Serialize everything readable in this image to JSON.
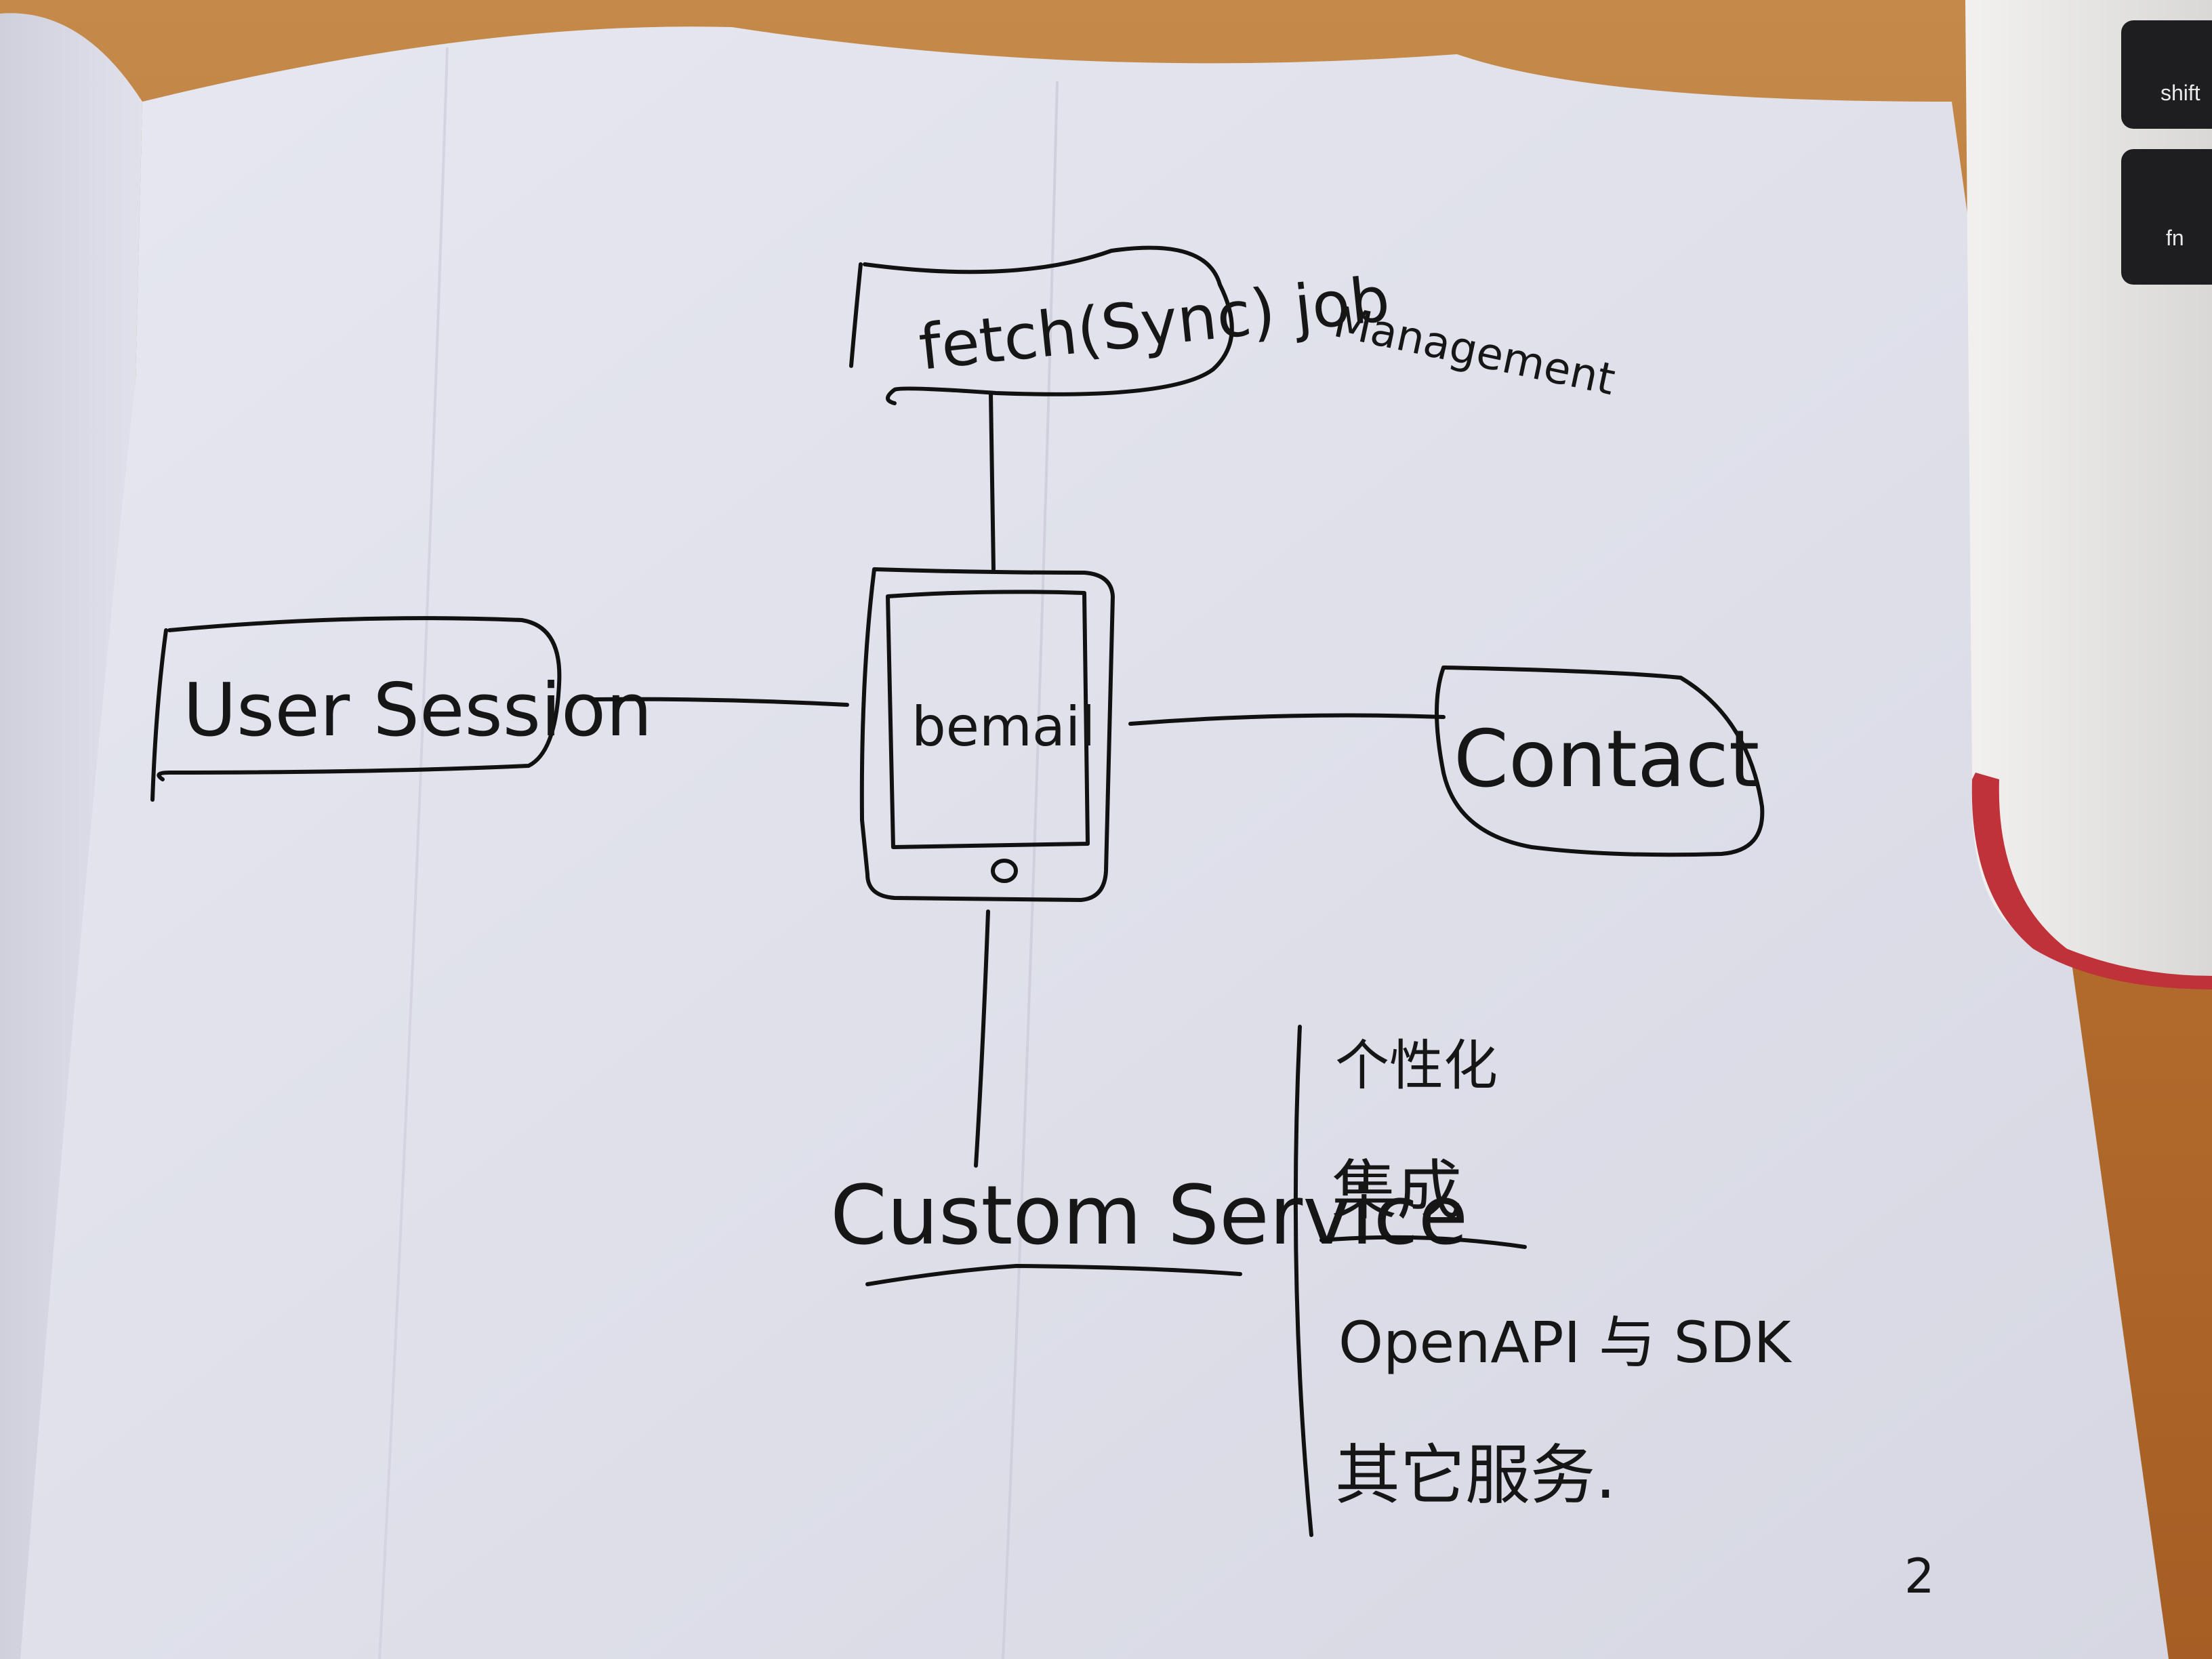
{
  "diagram": {
    "top_node": {
      "label": "fetch(Sync) job",
      "annotation": "Management"
    },
    "left_node": {
      "label": "User Session"
    },
    "center_node": {
      "label": "bemail"
    },
    "right_node": {
      "label": "Contact"
    },
    "bottom_node": {
      "label": "Custom Service",
      "items": [
        "个性化",
        "集成",
        "OpenAPI 与 SDK",
        "其它服务."
      ]
    }
  },
  "page_number": "2",
  "laptop": {
    "keys": [
      {
        "label": "shift"
      },
      {
        "label": "fn"
      }
    ]
  },
  "colors": {
    "paper": "#e3e4ee",
    "ink": "#161616",
    "desk": "#b5702e",
    "laptop_body": "#e8e6e4",
    "laptop_edge": "#c0323a",
    "key": "#1e1e20"
  }
}
